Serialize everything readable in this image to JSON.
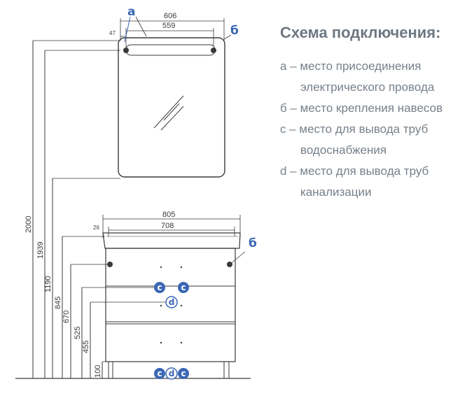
{
  "legend": {
    "title": "Схема подключения:",
    "items": [
      {
        "line1": "а – место присоединения",
        "line2": "электрического провода"
      },
      {
        "line1": "б – место крепления навесов",
        "line2": ""
      },
      {
        "line1": "с – место для вывода труб",
        "line2": "водоснабжения"
      },
      {
        "line1": "d – место для вывода труб",
        "line2": "канализации"
      }
    ]
  },
  "mirror": {
    "width_total": "606",
    "width_inner": "559",
    "offset": "47",
    "marker_a": "а",
    "marker_b": "б"
  },
  "cabinet": {
    "width_total": "805",
    "width_inner": "708",
    "offset": "26",
    "marker_b": "б"
  },
  "heights": [
    "2000",
    "1939",
    "1190",
    "845",
    "670",
    "525",
    "455",
    "100"
  ],
  "points": {
    "c": "c",
    "d": "d"
  },
  "colors": {
    "line": "#3a3a3a",
    "accent": "#3b67b5",
    "legend_text": "#77808a"
  }
}
